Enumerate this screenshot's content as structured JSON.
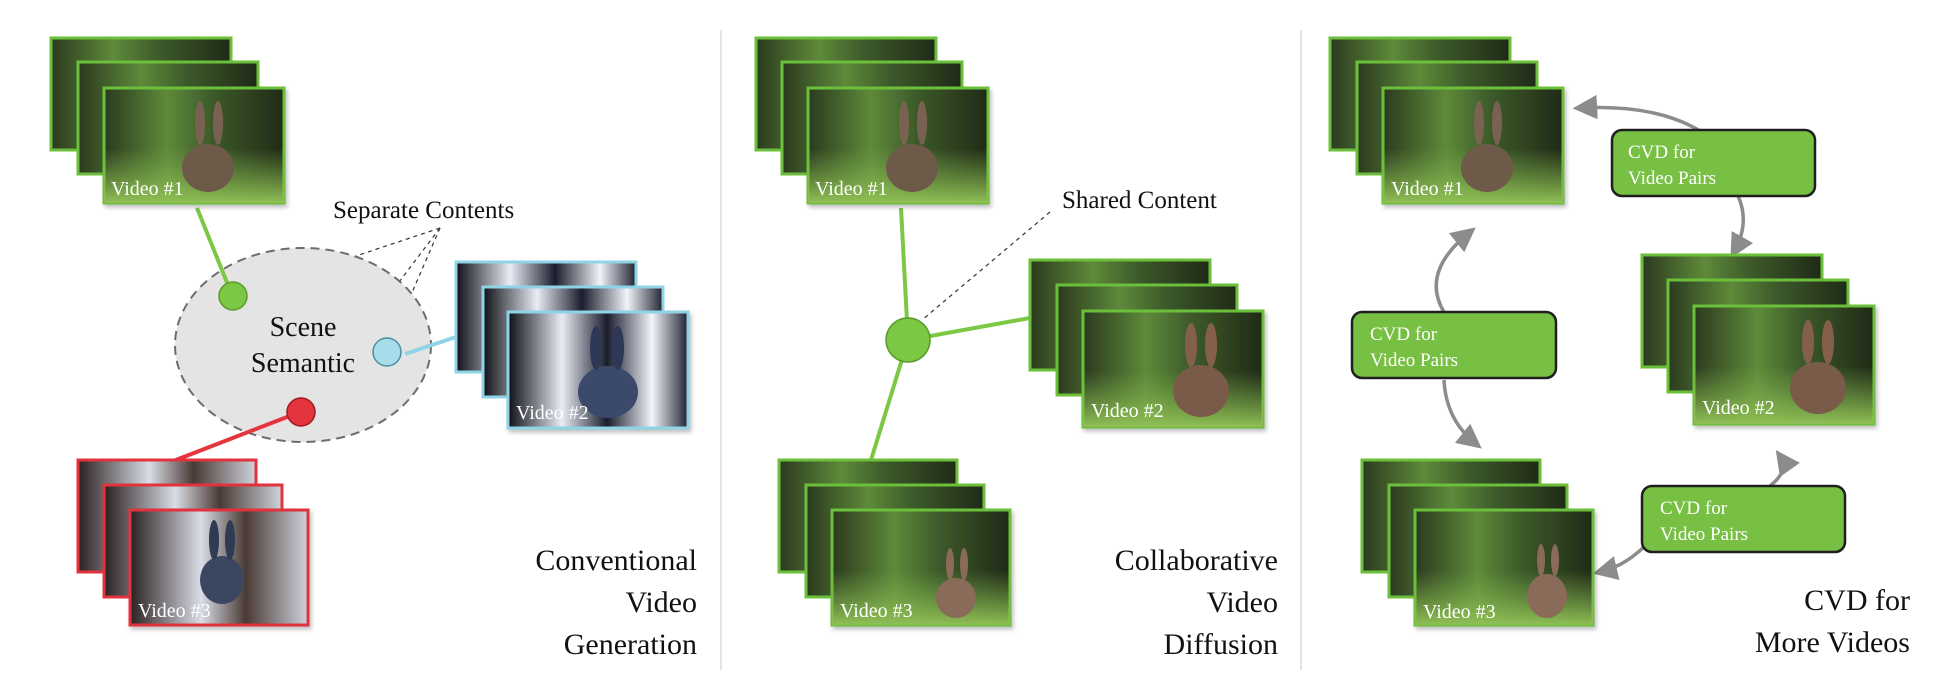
{
  "colors": {
    "green": "#6cbf3a",
    "cyan": "#8fd3e6",
    "red": "#e2333c",
    "node_green": "#7cc844",
    "node_cyan": "#a8dcea",
    "node_red": "#e4343d",
    "ellipse_fill": "#e4e4e4",
    "cvd_box": "#77c043",
    "arrow": "#8c8c8c"
  },
  "panel1": {
    "title_lines": [
      "Conventional",
      "Video",
      "Generation"
    ],
    "annotation": "Separate Contents",
    "ellipse_lines": [
      "Scene",
      "Semantic"
    ],
    "videos": [
      "Video #1",
      "Video #2",
      "Video #3"
    ]
  },
  "panel2": {
    "title_lines": [
      "Collaborative",
      "Video",
      "Diffusion"
    ],
    "annotation": "Shared Content",
    "videos": [
      "Video #1",
      "Video #2",
      "Video #3"
    ]
  },
  "panel3": {
    "title_lines": [
      "CVD for",
      "More Videos"
    ],
    "cvd_box_lines": [
      "CVD for",
      "Video Pairs"
    ],
    "videos": [
      "Video #1",
      "Video #2",
      "Video #3"
    ]
  }
}
